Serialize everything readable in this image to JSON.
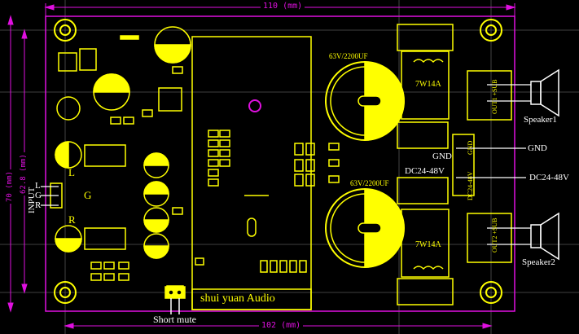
{
  "dims": {
    "top_width": "110 (mm)",
    "bottom_width": "102 (mm)",
    "outer_height": "70 (mm)",
    "inner_height": "62.8 (mm)"
  },
  "labels": {
    "input": "INPUT",
    "input_l": "L",
    "input_g": "G",
    "input_r": "R",
    "silk_g": "G",
    "silk_l": "L",
    "silk_r": "R",
    "brand": "shui  yuan  Audio",
    "short_mute": "Short  mute",
    "cap_top": "63V/2200UF",
    "cap_bottom": "63V/2200UF",
    "inductor_top": "7W14A",
    "inductor_bottom": "7W14A",
    "gnd_silk": "GND",
    "dc_silk": "DC24-48V",
    "gnd_white": "GND",
    "dc_white": "DC24-48V",
    "speaker1": "Speaker1",
    "speaker2": "Speaker2",
    "out1_silk": "OUT1 +SUB",
    "out2_silk": "OUT2 +SUB",
    "pwr_gnd_silk": "GND",
    "pwr_dc_silk": "DC24-48V"
  },
  "colors": {
    "background": "#000000",
    "silkscreen": "#ffff00",
    "dimension": "#e010e0",
    "label": "#ffffff"
  }
}
